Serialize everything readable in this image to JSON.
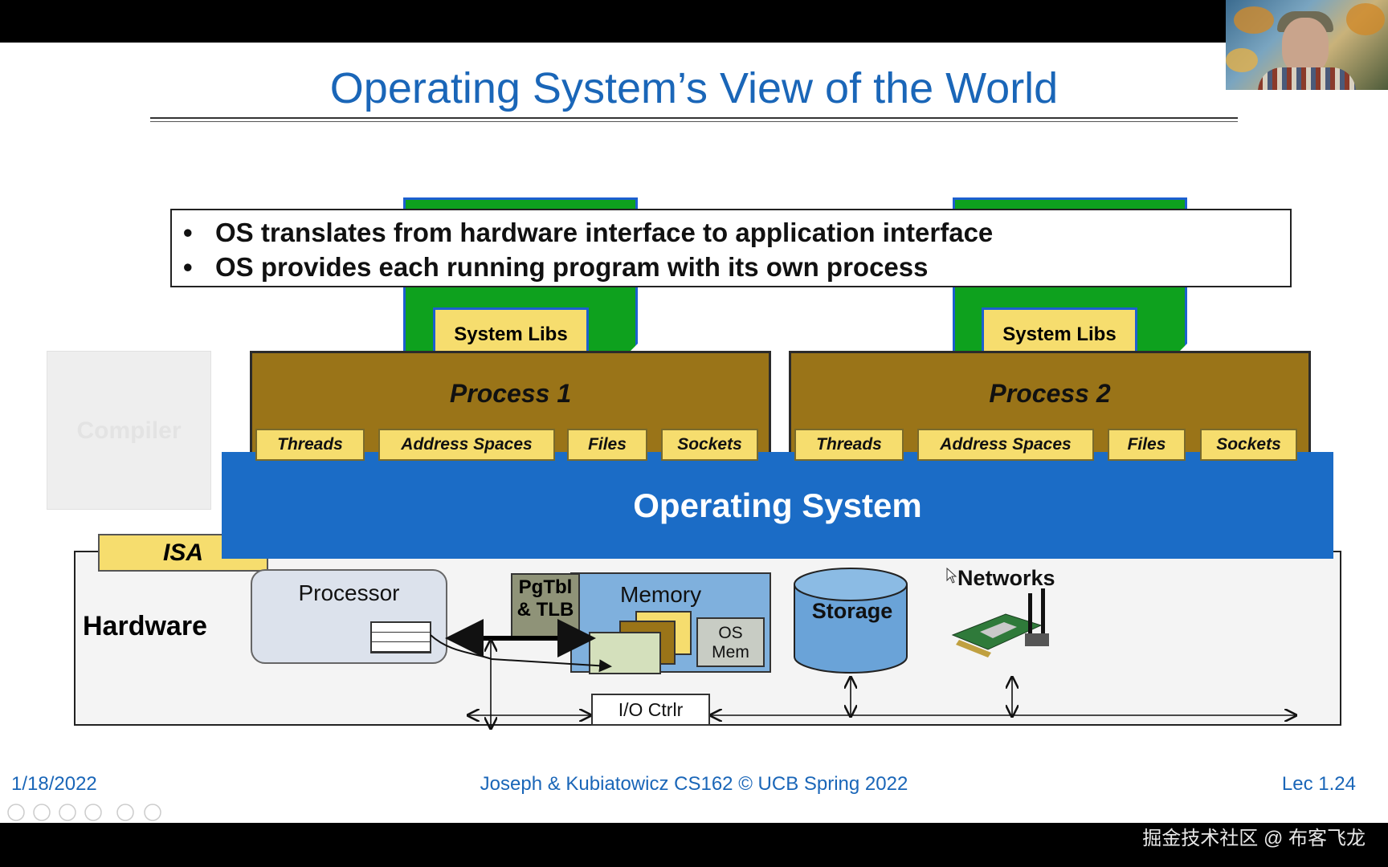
{
  "slide": {
    "title": "Operating System’s View of the World",
    "bullets": [
      "OS translates from hardware interface to application interface",
      "OS provides each running program with its own process"
    ],
    "compiler_label": "Compiler",
    "processes": [
      {
        "name": "Process 1",
        "libs": "System Libs",
        "resources": [
          "Threads",
          "Address Spaces",
          "Files",
          "Sockets"
        ]
      },
      {
        "name": "Process 2",
        "libs": "System Libs",
        "resources": [
          "Threads",
          "Address Spaces",
          "Files",
          "Sockets"
        ]
      }
    ],
    "os_label": "Operating System",
    "isa_label": "ISA",
    "hardware": {
      "label": "Hardware",
      "processor": "Processor",
      "pgtbl_line1": "PgTbl",
      "pgtbl_line2": "& TLB",
      "memory": "Memory",
      "osmem_line1": "OS",
      "osmem_line2": "Mem",
      "storage": "Storage",
      "networks": "Networks",
      "io_ctrl": "I/O Ctrlr"
    },
    "footer": {
      "date": "1/18/2022",
      "course": "Joseph & Kubiatowicz CS162 © UCB Spring 2022",
      "lecture": "Lec 1.24"
    }
  },
  "watermark": "掘金技术社区 @ 布客飞龙",
  "colors": {
    "title_blue": "#1a66b8",
    "os_blue": "#1b6cc6",
    "process_brown": "#9a7418",
    "chip_yellow": "#f6dd6e",
    "libs_green": "#0ea11e"
  }
}
